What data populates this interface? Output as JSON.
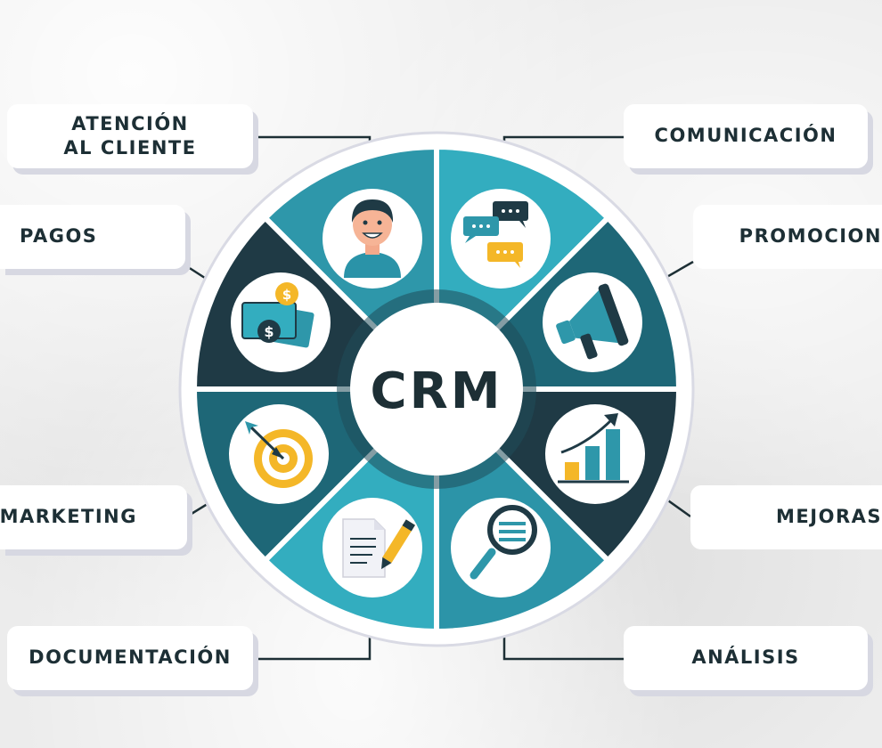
{
  "center": {
    "label": "CRM"
  },
  "segments": [
    {
      "label": "ATENCIÓN\nAL CLIENTE",
      "icon": "customer-service-agent-icon"
    },
    {
      "label": "COMUNICACIÓN",
      "icon": "chat-bubbles-icon"
    },
    {
      "label": "PROMOCION",
      "icon": "megaphone-icon"
    },
    {
      "label": "MEJORAS",
      "icon": "growth-chart-icon"
    },
    {
      "label": "ANÁLISIS",
      "icon": "magnifying-glass-icon"
    },
    {
      "label": "DOCUMENTACIÓN",
      "icon": "document-pen-icon"
    },
    {
      "label": "MARKETING",
      "icon": "target-arrow-icon"
    },
    {
      "label": "PAGOS",
      "icon": "money-payment-icon"
    }
  ],
  "colors": {
    "dark": "#1f3a45",
    "teal": "#2b8b9c",
    "light_teal": "#31a9bc",
    "mid_teal": "#216f80",
    "accent_yellow": "#f4b728",
    "text": "#1d2f35"
  }
}
